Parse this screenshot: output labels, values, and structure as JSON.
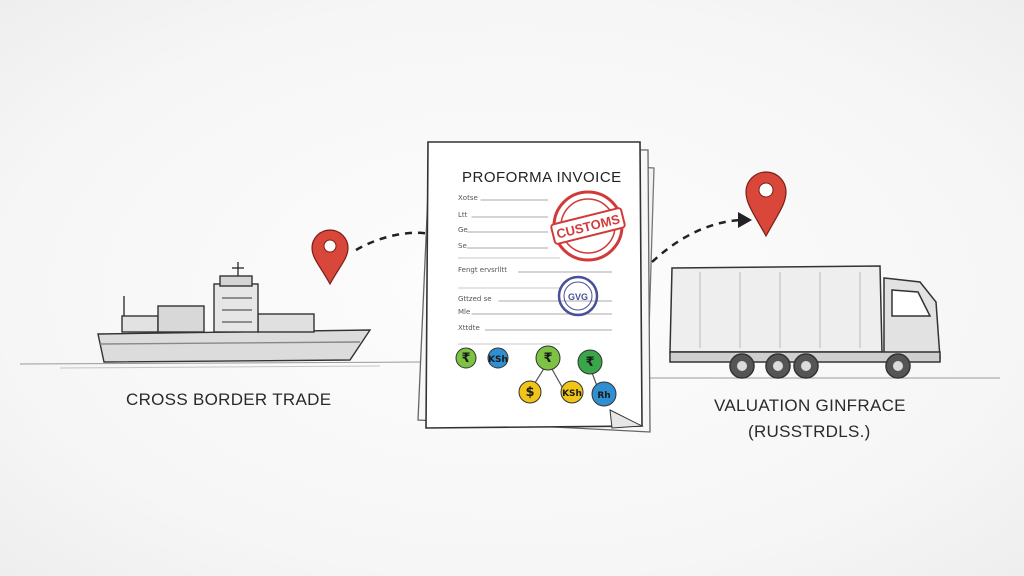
{
  "labels": {
    "left": "CROSS BORDER TRADE",
    "right_line1": "VALUATION GINFRACE",
    "right_line2": "(RUSSTRDLS.)"
  },
  "invoice": {
    "title": "PROFORMA INVOICE",
    "field_labels": [
      "Xotse",
      "Ltt",
      "Ge",
      "Se",
      "Fengt ervsrlltt",
      "Gttzed se",
      "Mle",
      "Xttdte"
    ],
    "stamp_red": "CUSTOMS",
    "stamp_blue": "GVG"
  },
  "currencies": [
    {
      "symbol": "₹",
      "color": "#7cc243"
    },
    {
      "symbol": "KSh",
      "color": "#2f8fd0"
    },
    {
      "symbol": "₹",
      "color": "#7cc243"
    },
    {
      "symbol": "₹",
      "color": "#3aa64a"
    },
    {
      "symbol": "$",
      "color": "#f0c419"
    },
    {
      "symbol": "KSh",
      "color": "#f0c419"
    },
    {
      "symbol": "Rh",
      "color": "#2f8fd0"
    }
  ],
  "colors": {
    "pin": "#d9463a",
    "ink": "#333333",
    "stamp_red": "#d23a3a",
    "stamp_blue": "#4a4f9a"
  },
  "icons": [
    "location-pin-icon",
    "cargo-ship-icon",
    "truck-icon",
    "document-icon"
  ]
}
